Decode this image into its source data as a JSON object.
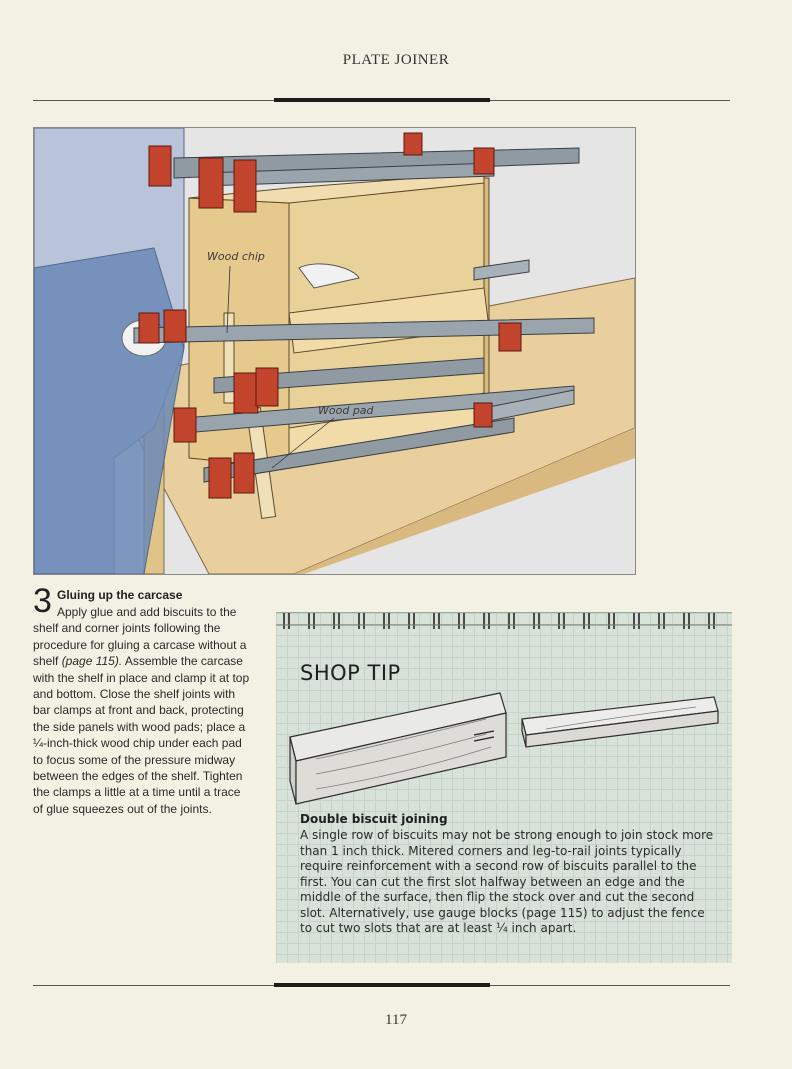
{
  "header": {
    "title": "PLATE JOINER"
  },
  "illustration": {
    "callouts": {
      "wood_chip": "Wood chip",
      "wood_pad": "Wood pad"
    }
  },
  "step": {
    "number": "3",
    "title": "Gluing up the carcase",
    "body_1": "Apply glue and add biscuits to the shelf and corner joints following the procedure for gluing a carcase without a shelf ",
    "page_ref": "(page 115).",
    "body_2": " Assemble the carcase with the shelf in place and clamp it at top and bottom. Close the shelf joints with bar clamps at front and back, protecting the side panels with wood pads; place a ¼-inch-thick wood chip under each pad to focus some of the pressure midway between the edges of the shelf. Tighten the clamps a little at a time until a trace of glue squeezes out of the joints."
  },
  "shop_tip": {
    "heading": "SHOP TIP",
    "subheading": "Double biscuit joining",
    "body": "A single row of biscuits may not be strong enough to join stock more than 1 inch thick. Mitered corners and leg-to-rail joints typically require reinforcement with a second row of biscuits parallel to the first. You can cut the first slot halfway between an edge and the middle of the surface, then flip the stock over and cut the second slot. Alternatively, use gauge blocks (page 115) to adjust the fence to cut two slots that are at least ¼ inch apart."
  },
  "footer": {
    "page_number": "117"
  },
  "colors": {
    "page": "#f3f1e3",
    "clamp_red": "#c2442c",
    "bar_steel": "#8f9aa3",
    "wood": "#e7cf98",
    "tip_green": "#d8e2d8"
  }
}
